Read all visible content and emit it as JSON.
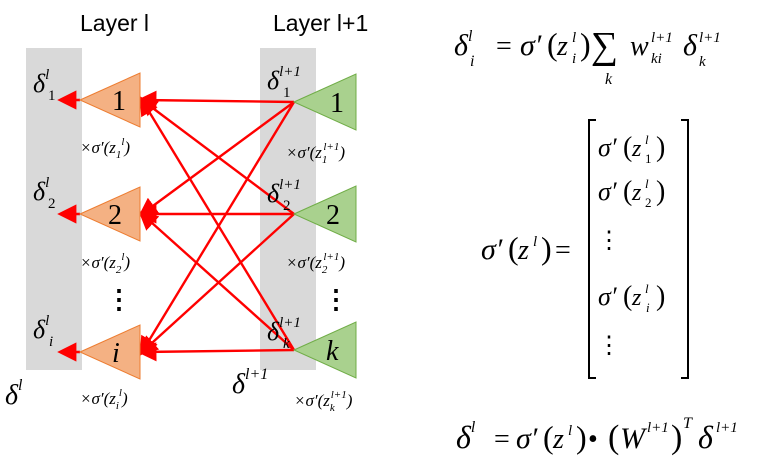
{
  "layers": {
    "left_title": "Layer l",
    "right_title": "Layer l+1",
    "left_label": {
      "base": "δ",
      "sup": "l"
    },
    "right_label": {
      "base": "δ",
      "sup": "l+1"
    }
  },
  "left_nodes": [
    {
      "label": "1",
      "delta": {
        "base": "δ",
        "sub": "1",
        "sup": "l"
      },
      "factor": {
        "prefix": "×σ′(z",
        "sub": "1",
        "sup": "l",
        "suffix": ")"
      }
    },
    {
      "label": "2",
      "delta": {
        "base": "δ",
        "sub": "2",
        "sup": "l"
      },
      "factor": {
        "prefix": "×σ′(z",
        "sub": "2",
        "sup": "l",
        "suffix": ")"
      }
    },
    {
      "label": "i",
      "delta": {
        "base": "δ",
        "sub": "i",
        "sup": "l"
      },
      "factor": {
        "prefix": "×σ′(z",
        "sub": "i",
        "sup": "l",
        "suffix": ")"
      }
    }
  ],
  "right_nodes": [
    {
      "label": "1",
      "delta": {
        "base": "δ",
        "sub": "1",
        "sup": "l+1"
      },
      "factor": {
        "prefix": "×σ′(z",
        "sub": "1",
        "sup": "l+1",
        "suffix": ")"
      }
    },
    {
      "label": "2",
      "delta": {
        "base": "δ",
        "sub": "2",
        "sup": "l+1"
      },
      "factor": {
        "prefix": "×σ′(z",
        "sub": "2",
        "sup": "l+1",
        "suffix": ")"
      }
    },
    {
      "label": "k",
      "delta": {
        "base": "δ",
        "sub": "k",
        "sup": "l+1"
      },
      "factor": {
        "prefix": "×σ′(z",
        "sub": "k",
        "sup": "l+1",
        "suffix": ")"
      }
    }
  ],
  "ellipsis": "⋮",
  "equations": {
    "eq1": {
      "lhs": "δ",
      "lhs_sub": "i",
      "lhs_sup": "l",
      "eq": "=",
      "sigma_prime": "σ′",
      "z": "z",
      "z_sub": "i",
      "z_sup": "l",
      "sum": "∑",
      "sum_sub": "k",
      "w": "w",
      "w_sub": "ki",
      "w_sup": "l+1",
      "d": "δ",
      "d_sub": "k",
      "d_sup": "l+1"
    },
    "eq2": {
      "lhs_sigma": "σ′",
      "lhs_z": "z",
      "lhs_sup": "l",
      "eq": "=",
      "rows": [
        {
          "sigma": "σ′",
          "z": "z",
          "sub": "1",
          "sup": "l"
        },
        {
          "sigma": "σ′",
          "z": "z",
          "sub": "2",
          "sup": "l"
        },
        {
          "dots": "⋮"
        },
        {
          "sigma": "σ′",
          "z": "z",
          "sub": "i",
          "sup": "l"
        },
        {
          "dots": "⋮"
        }
      ]
    },
    "eq3": {
      "lhs": "δ",
      "lhs_sup": "l",
      "eq": "=",
      "sigma": "σ′",
      "z": "z",
      "z_sup": "l",
      "dot": "•",
      "W": "W",
      "W_sup": "l+1",
      "T": "T",
      "d": "δ",
      "d_sup": "l+1"
    }
  },
  "colors": {
    "left_node_fill": "#F4B183",
    "left_node_stroke": "#ED7D31",
    "right_node_fill": "#A9D18E",
    "right_node_stroke": "#70AD47",
    "arrow": "#FF0000",
    "panel": "#D9D9D9"
  }
}
